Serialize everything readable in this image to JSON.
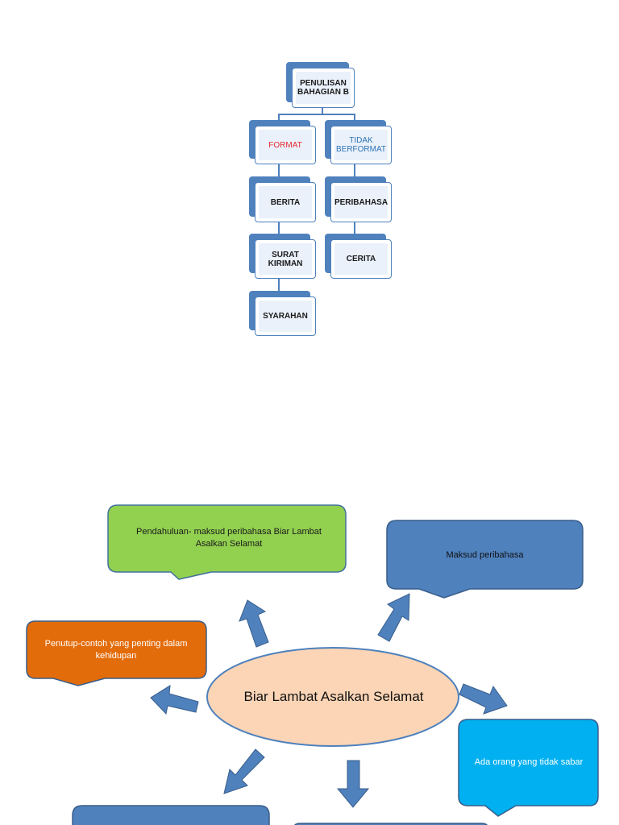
{
  "org_chart": {
    "root": "PENULISAN BAHAGIAN B",
    "left_branch": {
      "label": "FORMAT",
      "label_color": "#e8292e",
      "items": [
        "BERITA",
        "SURAT KIRIMAN",
        "SYARAHAN"
      ]
    },
    "right_branch": {
      "label": "TIDAK BERFORMAT",
      "label_color": "#2e74b5",
      "items": [
        "PERIBAHASA",
        "CERITA"
      ]
    }
  },
  "mind_map": {
    "center": "Biar Lambat Asalkan Selamat",
    "callouts": {
      "intro": "Pendahuluan- maksud peribahasa Biar Lambat Asalkan Selamat",
      "meaning": "Maksud peribahasa",
      "closing": "Penutup-contoh yang penting dalam kehidupan",
      "impatient": "Ada orang yang tidak sabar"
    },
    "colors": {
      "center_fill": "#fbd5b5",
      "green": "#92d050",
      "blue": "#4f81bd",
      "orange": "#e36c0a",
      "cyan": "#00b0f0",
      "arrow": "#4f81bd"
    }
  }
}
